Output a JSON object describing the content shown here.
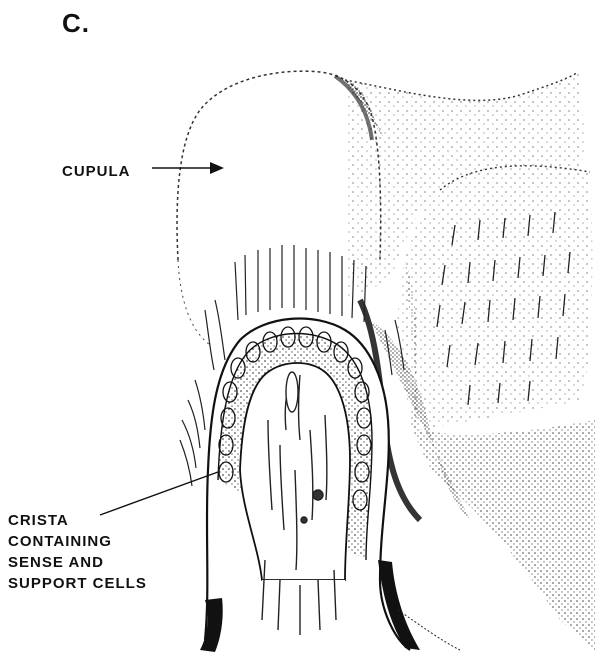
{
  "figure": {
    "panel_label": "C.",
    "labels": {
      "cupula": "CUPULA",
      "crista_lines": [
        "CRISTA",
        "CONTAINING",
        "SENSE AND",
        "SUPPORT CELLS"
      ]
    },
    "colors": {
      "ink": "#111111",
      "paper": "#ffffff"
    }
  }
}
